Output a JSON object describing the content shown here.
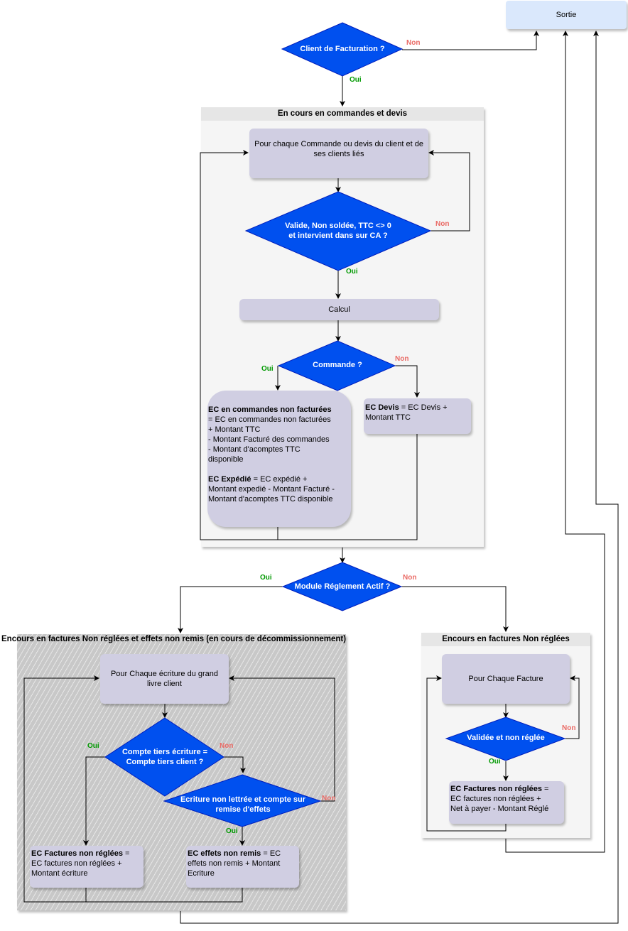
{
  "nodes": {
    "sortie": "Sortie",
    "client_facturation": "Client de Facturation ?",
    "group1_title": "En cours en commandes et devis",
    "pour_chaque_commande": "Pour chaque Commande  ou devis du client et de ses clients liés",
    "valide_line1": "Valide, Non soldée, TTC <> 0",
    "valide_line2": "et intervient dans sur CA ?",
    "calcul": "Calcul",
    "commande_q": "Commande ?",
    "ec_cmd_title": "EC en commandes non facturées",
    "ec_cmd_l1": "= EC en commandes non facturées",
    "ec_cmd_l2": "+ Montant TTC",
    "ec_cmd_l3": "- Montant Facturé des commandes",
    "ec_cmd_l4": "- Montant d'acomptes TTC",
    "ec_cmd_l5": "disponible",
    "ec_exp_title": "EC Expédié",
    "ec_exp_l1": " = EC expédié +",
    "ec_exp_l2": "Montant expedié - Montant Facturé  -",
    "ec_exp_l3": "Montant d'acomptes TTC disponible",
    "ec_devis_title": "EC Devis",
    "ec_devis_l1": " = EC Devis +",
    "ec_devis_l2": "Montant TTC",
    "module_reglement": "Module Réglement Actif ?",
    "group2_title": "Encours en factures Non réglées et effets non remis (en cours de décommissionnement)",
    "pour_chaque_ecriture": "Pour Chaque écriture du grand livre client",
    "compte_tiers_l1": "Compte tiers écriture =",
    "compte_tiers_l2": "Compte tiers client ?",
    "ecriture_l1": "Ecriture non lettrée et compte sur",
    "ecriture_l2": "remise d'effets",
    "ec_fact_g2_title": "EC Factures non réglées",
    "ec_fact_g2_l1": " =",
    "ec_fact_g2_l2": "EC factures non réglées +",
    "ec_fact_g2_l3": "Montant écriture",
    "ec_effets_title": "EC effets non remis",
    "ec_effets_l1": " = EC",
    "ec_effets_l2": "effets non remis + Montant",
    "ec_effets_l3": "Ecriture",
    "group3_title": "Encours en factures Non réglées",
    "pour_chaque_facture": "Pour Chaque Facture",
    "validee": "Validée et non réglée",
    "ec_fact_g3_title": "EC Factures non réglées",
    "ec_fact_g3_l1": " =",
    "ec_fact_g3_l2": "EC factures non réglées +",
    "ec_fact_g3_l3": "Net à payer - Montant Réglé"
  },
  "labels": {
    "oui": "Oui",
    "non": "Non"
  },
  "colors": {
    "decision": "#0050ef",
    "process": "#d0cee2",
    "terminal": "#dae8fc",
    "oui": "#009900",
    "non": "#ea6b66"
  }
}
